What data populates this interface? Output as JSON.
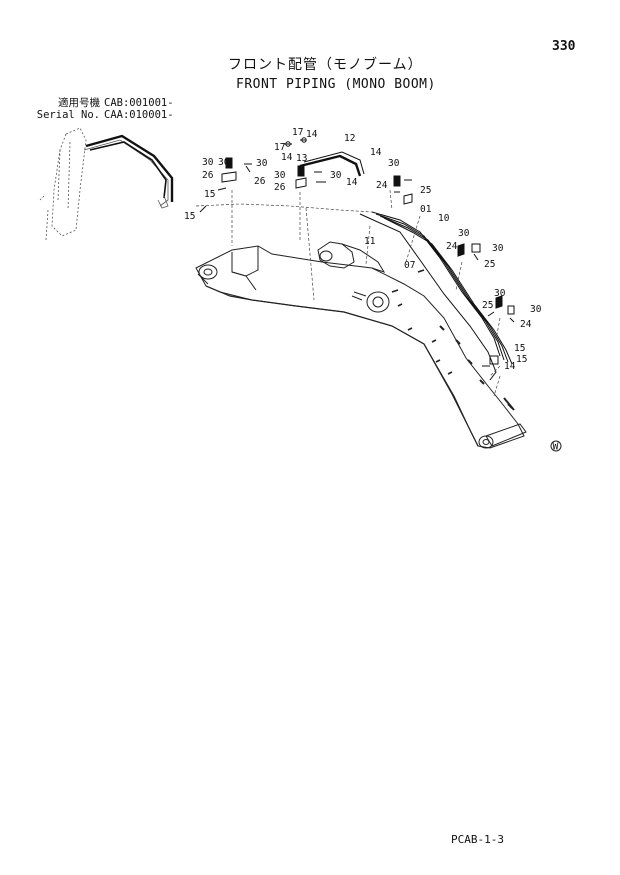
{
  "page_number": "330",
  "title_jp": "フロント配管（モノブーム）",
  "title_en": "FRONT PIPING (MONO BOOM)",
  "serial": {
    "rows": [
      {
        "label": "適用号機",
        "value": "CAB:001001-"
      },
      {
        "label": "Serial No.",
        "value": "CAA:010001-"
      }
    ]
  },
  "footer_code": "PCAB-1-3",
  "circle_mark": "W",
  "callouts": [
    "17",
    "14",
    "12",
    "30",
    "30",
    "26",
    "15",
    "15",
    "17",
    "14",
    "13",
    "14",
    "30",
    "26",
    "30",
    "26",
    "14",
    "30",
    "24",
    "25",
    "01",
    "10",
    "11",
    "07",
    "30",
    "24",
    "30",
    "25",
    "30",
    "30",
    "25",
    "30",
    "24",
    "15",
    "15",
    "14"
  ]
}
